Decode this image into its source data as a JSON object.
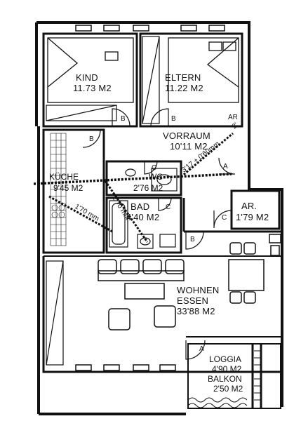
{
  "rooms": {
    "kind": {
      "name": "KIND",
      "area": "11.73 M2"
    },
    "eltern": {
      "name": "ELTERN",
      "area": "11.22 M2"
    },
    "vorraum": {
      "name": "VORRAUM",
      "area": "10'11 M2"
    },
    "kueche": {
      "name": "KÜCHE",
      "area": "9'45 M2"
    },
    "wc": {
      "name": "WC",
      "area": "2'76 M2"
    },
    "bad": {
      "name": "BAD",
      "area": "4'40 M2"
    },
    "abstell": {
      "name": "AR.",
      "area": "1'79 M2"
    },
    "wohnen": {
      "name": "WOHNEN",
      "name2": "ESSEN",
      "area": "33'88 M2"
    },
    "loggia": {
      "name": "LOGGIA",
      "area": "4'90 M2"
    },
    "balkon": {
      "name": "BALKON",
      "area": "2'50 M2"
    },
    "ar_small": {
      "name": "AR"
    }
  },
  "door_tags": {
    "b_kind": "B",
    "b_eltern": "B",
    "b_vorraum": "B",
    "a_entry": "A",
    "c_wc": "C",
    "c_bad": "C",
    "c_ar": "C",
    "b_bad_lower": "B",
    "a_loggia": "A"
  },
  "measurements": {
    "m1": "3'17 + 0'60mm",
    "m2": "1'70 mm",
    "m3": "2'70 mm",
    "m4": "2'"
  }
}
